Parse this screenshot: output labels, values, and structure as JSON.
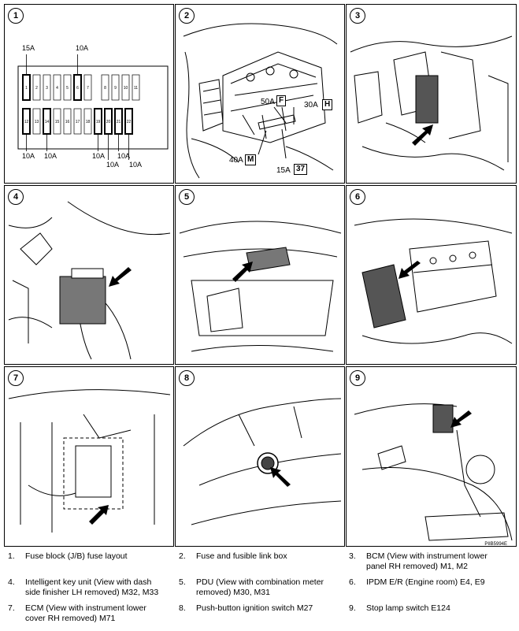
{
  "panels": [
    {
      "num": "1"
    },
    {
      "num": "2"
    },
    {
      "num": "3"
    },
    {
      "num": "4"
    },
    {
      "num": "5"
    },
    {
      "num": "6"
    },
    {
      "num": "7"
    },
    {
      "num": "8"
    },
    {
      "num": "9"
    }
  ],
  "fuse_block": {
    "top_row": [
      "1",
      "2",
      "3",
      "4",
      "5",
      "6",
      "7",
      "8",
      "9",
      "10",
      "11"
    ],
    "bottom_row": [
      "12",
      "13",
      "14",
      "15",
      "16",
      "17",
      "18",
      "19",
      "20",
      "21",
      "22"
    ],
    "ratings": {
      "f1": "15A",
      "f6": "10A",
      "f12": "10A",
      "f14": "10A",
      "f19": "10A",
      "f20": "10A",
      "f21": "10A",
      "f22": "10A"
    }
  },
  "fusible_link_box": {
    "f50": "50A",
    "fF": "F",
    "f30": "30A",
    "fH": "H",
    "f40": "40A",
    "fM": "M",
    "f15": "15A",
    "f37": "37"
  },
  "figure_code": "PIIB5994E",
  "legend": [
    {
      "num": "1.",
      "text": "Fuse block (J/B) fuse layout"
    },
    {
      "num": "2.",
      "text": "Fuse and fusible link box"
    },
    {
      "num": "3.",
      "text": "BCM (View with instrument lower panel RH removed) M1, M2"
    },
    {
      "num": "4.",
      "text": "Intelligent key unit (View with dash side finisher LH removed) M32, M33"
    },
    {
      "num": "5.",
      "text": "PDU (View with combination meter removed) M30, M31"
    },
    {
      "num": "6.",
      "text": "IPDM E/R (Engine room) E4, E9"
    },
    {
      "num": "7.",
      "text": "ECM (View with instrument lower cover RH removed) M71"
    },
    {
      "num": "8.",
      "text": "Push-button ignition switch M27"
    },
    {
      "num": "9.",
      "text": "Stop lamp switch  E124"
    }
  ]
}
